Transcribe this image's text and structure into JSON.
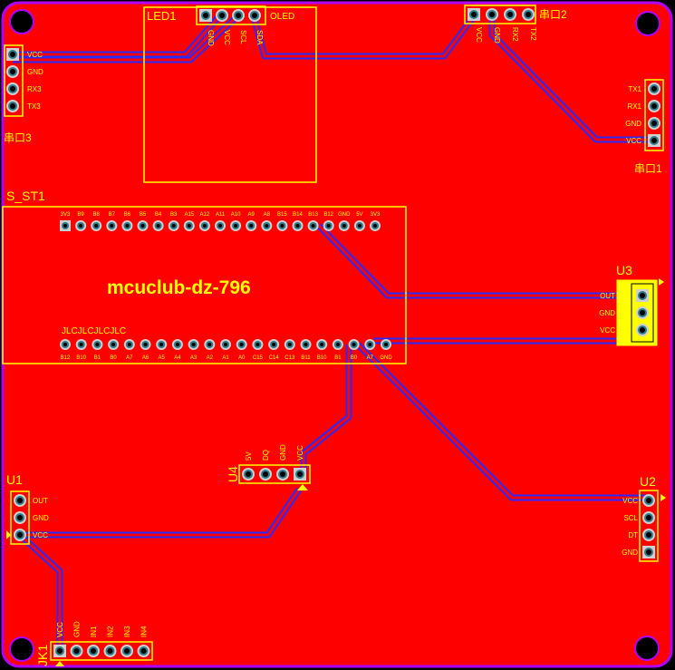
{
  "colors": {
    "board": "#ff0000",
    "edge": "#b000ff",
    "silk": "#ffff00",
    "trace": "#2a2aff",
    "pad": "#cfcfcf",
    "hole": "#2a7a8a",
    "drill": "#000000"
  },
  "board_text": "mcuclub-dz-796",
  "components": {
    "led1": {
      "ref": "LED1",
      "title": "OLED",
      "pins": [
        "GND",
        "VCC",
        "SCL",
        "SDA"
      ]
    },
    "serial2_top": {
      "ref": "串口2",
      "pins": [
        "VCC",
        "GND",
        "RX2",
        "TX2"
      ]
    },
    "serial3": {
      "ref": "串口3",
      "pins": [
        "VCC",
        "GND",
        "RX3",
        "TX3"
      ]
    },
    "serial1": {
      "ref": "串口1",
      "pins": [
        "TX1",
        "RX1",
        "GND",
        "VCC"
      ]
    },
    "mcu": {
      "ref": "S_ST1",
      "top_pins": [
        "3V3",
        "B9",
        "B8",
        "B7",
        "B6",
        "B5",
        "B4",
        "B3",
        "A15",
        "A12",
        "A11",
        "A10",
        "A9",
        "A8",
        "B15",
        "B14",
        "B13",
        "B12",
        "GND",
        "5V",
        "3V3"
      ],
      "bottom_pins": [
        "B12",
        "B10",
        "B1",
        "B0",
        "A7",
        "A6",
        "A5",
        "A4",
        "A3",
        "A2",
        "A1",
        "A0",
        "C15",
        "C14",
        "C13",
        "B11",
        "B10",
        "B1",
        "B0",
        "A7",
        "GND"
      ],
      "bottom_marker": "JLCJLCJLCJLC"
    },
    "u3": {
      "ref": "U3",
      "pins": [
        "OUT",
        "GND",
        "VCC"
      ]
    },
    "u4": {
      "ref": "U4",
      "pins": [
        "5V",
        "DQ",
        "GND",
        "VCC"
      ]
    },
    "u1": {
      "ref": "U1",
      "pins": [
        "OUT",
        "GND",
        "VCC"
      ]
    },
    "u2": {
      "ref": "U2",
      "pins": [
        "VCC",
        "SCL",
        "DT",
        "GND"
      ]
    },
    "jk1": {
      "ref": "JK1",
      "pins": [
        "VCC",
        "GND",
        "IN1",
        "IN2",
        "IN3",
        "IN4"
      ]
    }
  }
}
